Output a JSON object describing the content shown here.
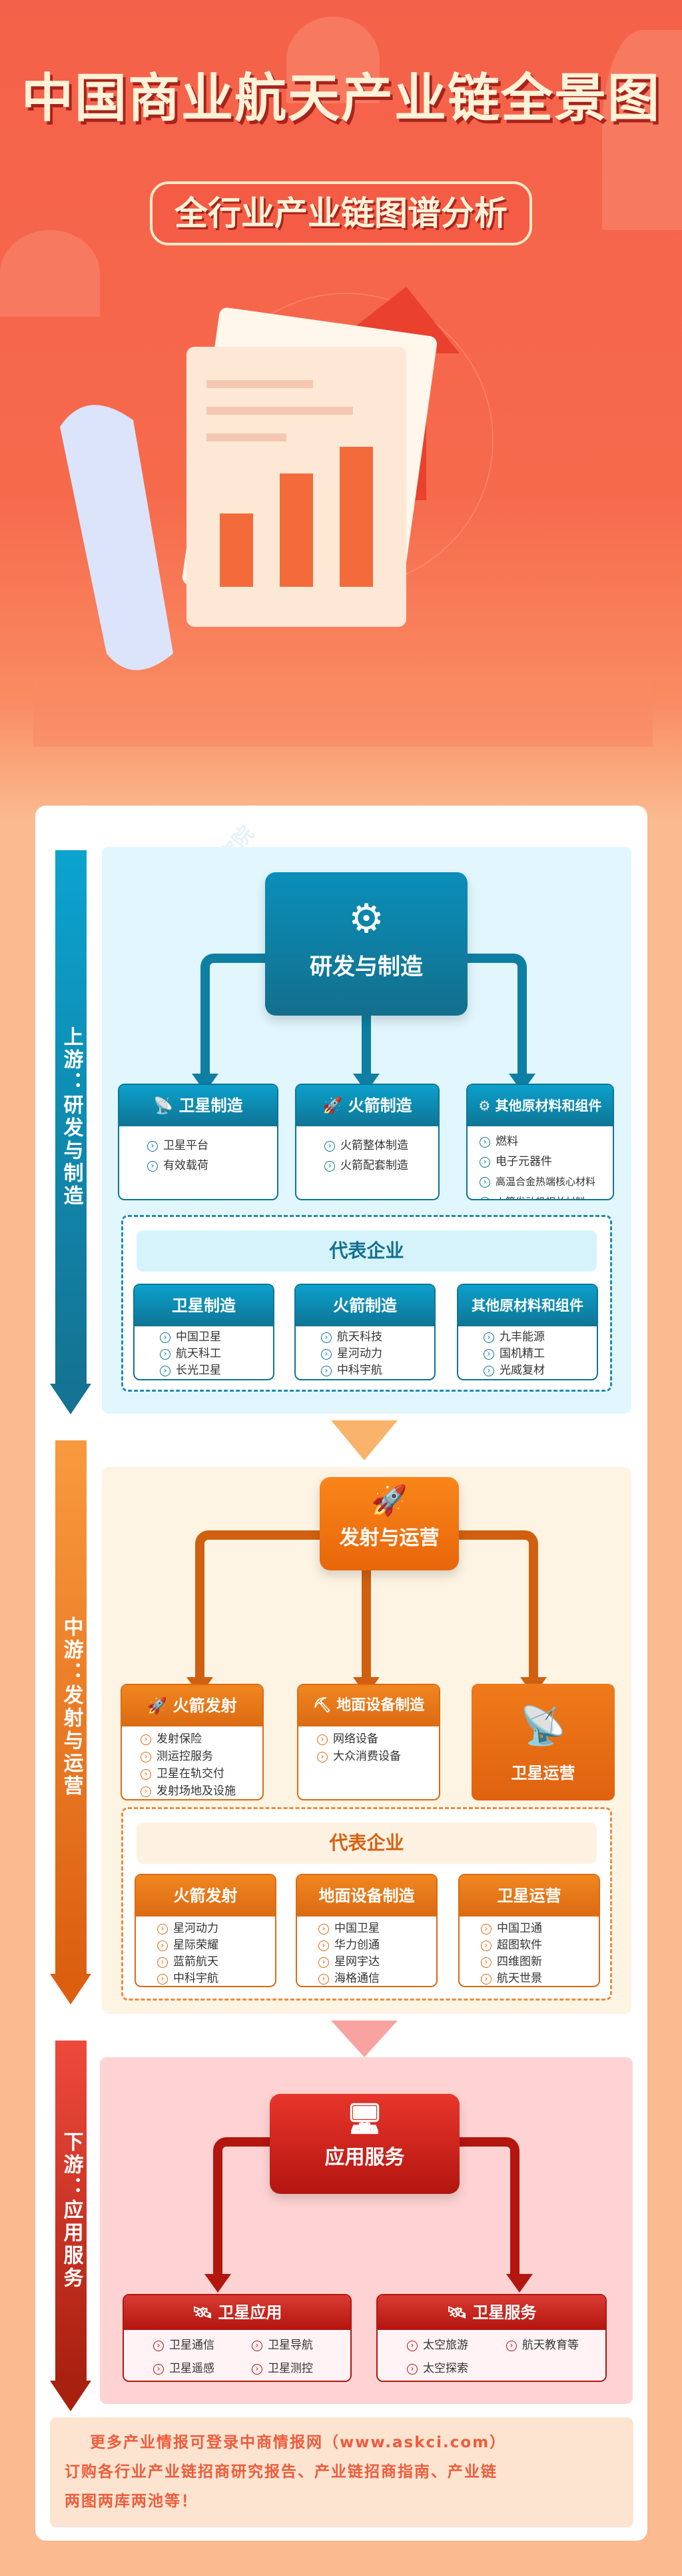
{
  "header": {
    "title": "中国商业航天产业链全景图",
    "subtitle": "全行业产业链图谱分析"
  },
  "colors": {
    "upstream": "#0e7fa3",
    "midstream": "#e8720f",
    "downstream": "#c5171a",
    "hero": "#f4614a"
  },
  "sidebar": {
    "upstream": "上游：研发与制造",
    "midstream": "中游：发射与运营",
    "downstream": "下游：应用服务"
  },
  "upstream": {
    "hub": {
      "label": "研发与制造",
      "icon": "robot-arm-icon"
    },
    "boxes": [
      {
        "title": "卫星制造",
        "icon": "satellite-dish-icon",
        "items": [
          "卫星平台",
          "有效载荷"
        ]
      },
      {
        "title": "火箭制造",
        "icon": "rocket-icon",
        "items": [
          "火箭整体制造",
          "火箭配套制造"
        ]
      },
      {
        "title": "其他原材料和组件",
        "icon": "gear-network-icon",
        "items": [
          "燃料",
          "电子元器件",
          "高温合金热端核心材料",
          "火箭发动机相关材料"
        ]
      }
    ],
    "rep_title": "代表企业",
    "reps": [
      {
        "title": "卫星制造",
        "items": [
          "中国卫星",
          "航天科工",
          "长光卫星"
        ]
      },
      {
        "title": "火箭制造",
        "items": [
          "航天科技",
          "星河动力",
          "中科宇航"
        ]
      },
      {
        "title": "其他原材料和组件",
        "items": [
          "九丰能源",
          "国机精工",
          "光威复材"
        ]
      }
    ]
  },
  "midstream": {
    "hub": {
      "label": "发射与运营",
      "icon": "rocket-icon"
    },
    "boxes": [
      {
        "title": "火箭发射",
        "icon": "launch-icon",
        "items": [
          "发射保险",
          "测运控服务",
          "卫星在轨交付",
          "发射场地及设施"
        ]
      },
      {
        "title": "地面设备制造",
        "icon": "worker-icon",
        "items": [
          "网络设备",
          "大众消费设备"
        ]
      },
      {
        "title": "卫星运营",
        "icon": "satellite-dish-icon"
      }
    ],
    "rep_title": "代表企业",
    "reps": [
      {
        "title": "火箭发射",
        "items": [
          "星河动力",
          "星际荣耀",
          "蓝箭航天",
          "中科宇航"
        ]
      },
      {
        "title": "地面设备制造",
        "items": [
          "中国卫星",
          "华力创通",
          "星网宇达",
          "海格通信"
        ]
      },
      {
        "title": "卫星运营",
        "items": [
          "中国卫通",
          "超图软件",
          "四维图新",
          "航天世景"
        ]
      }
    ]
  },
  "downstream": {
    "hub": {
      "label": "应用服务",
      "icon": "network-monitor-icon"
    },
    "boxes": [
      {
        "title": "卫星应用",
        "icon": "satellite-icon",
        "items": [
          "卫星通信",
          "卫星导航",
          "卫星遥感",
          "卫星测控"
        ]
      },
      {
        "title": "卫星服务",
        "icon": "satellite-icon",
        "items": [
          "太空旅游",
          "航天教育等",
          "太空探索"
        ]
      }
    ]
  },
  "footer": {
    "line1": "更多产业情报可登录中商情报网（www.askci.com）",
    "line2": "订购各行业产业链招商研究报告、产业链招商指南、产业链",
    "line3": "两图两库两池等！"
  },
  "watermark": "中商产业研究院"
}
